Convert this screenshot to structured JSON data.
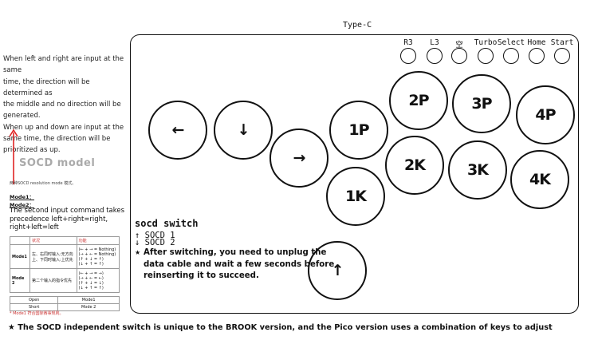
{
  "left_notes": {
    "lines": [
      "When left and right are input at the same",
      "time, the direction will be determined as",
      "the middle and no direction will be",
      "generated.",
      "When up and down are input at the",
      "same time, the direction will be",
      "prioritized as up."
    ],
    "socd_model_title": "SOCD model",
    "resolution_caption": "两种SOCD resolution mode 模式。",
    "mode1_label": "Mode1：",
    "mode2_label": "Mode2：",
    "mode2_desc": [
      "The second input command takes",
      "precedence left+right=right,",
      "right+left=left"
    ],
    "table": {
      "header": [
        "",
        "状况",
        "功能"
      ],
      "rows": [
        {
          "mode": "Mode1",
          "situation": "左、右同时输入:无方向\n上、下同时输入:上优先",
          "function": "(← + → = Nothing)\n(→ + ← = Nothing)\n(↑ + ↓ = ↑)\n(↓ + ↑ = ↑)"
        },
        {
          "mode": "Mode 2",
          "situation": "第二个输入的指令优先",
          "function": "(← + → = →)\n(→ + ← = ←)\n(↑ + ↓ = ↓)\n(↓ + ↑ = ↑)"
        }
      ]
    },
    "switch_table": [
      [
        "Open",
        "Mode1"
      ],
      [
        "Short",
        "Mode 2"
      ]
    ],
    "footnote": "* Mode1 符合国际赛事规则。"
  },
  "board": {
    "port_label": "Type-C",
    "small_buttons": [
      "R3",
      "L3",
      "空",
      "Turbo",
      "Select",
      "Home",
      "Start"
    ],
    "directions": {
      "left": "←",
      "down": "↓",
      "right": "→",
      "up": "↑"
    },
    "punch": [
      "1P",
      "2P",
      "3P",
      "4P"
    ],
    "kick": [
      "1K",
      "2K",
      "3K",
      "4K"
    ],
    "socd_switch_title": "socd switch",
    "socd_options": [
      "↑ SOCD 1",
      "↓ SOCD 2"
    ],
    "switch_note_lines": [
      "After switching, you need to unplug the",
      "data cable and wait a few seconds before",
      "reinserting it to succeed."
    ],
    "switch_note_star": "★"
  },
  "bottom_note": "★  The SOCD independent switch is unique to the BROOK version, and the Pico version uses a combination of keys to adjust",
  "colors": {
    "arrow": "#e02424",
    "outline": "#111111"
  }
}
